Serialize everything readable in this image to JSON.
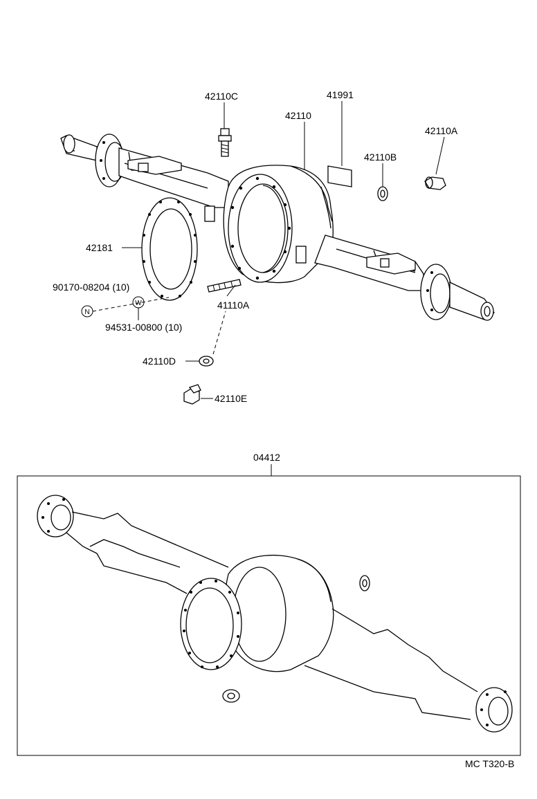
{
  "parts": {
    "p42110C": "42110C",
    "p41991": "41991",
    "p42110": "42110",
    "p42110A": "42110A",
    "p42110B": "42110B",
    "p42181": "42181",
    "p90170": "90170-08204 (10)",
    "p94531": "94531-00800 (10)",
    "p41110A": "41110A",
    "p42110D": "42110D",
    "p42110E": "42110E",
    "p04412": "04412"
  },
  "marks": {
    "n": "N",
    "w": "W"
  },
  "footer": {
    "ref": "MC  T320-B"
  }
}
